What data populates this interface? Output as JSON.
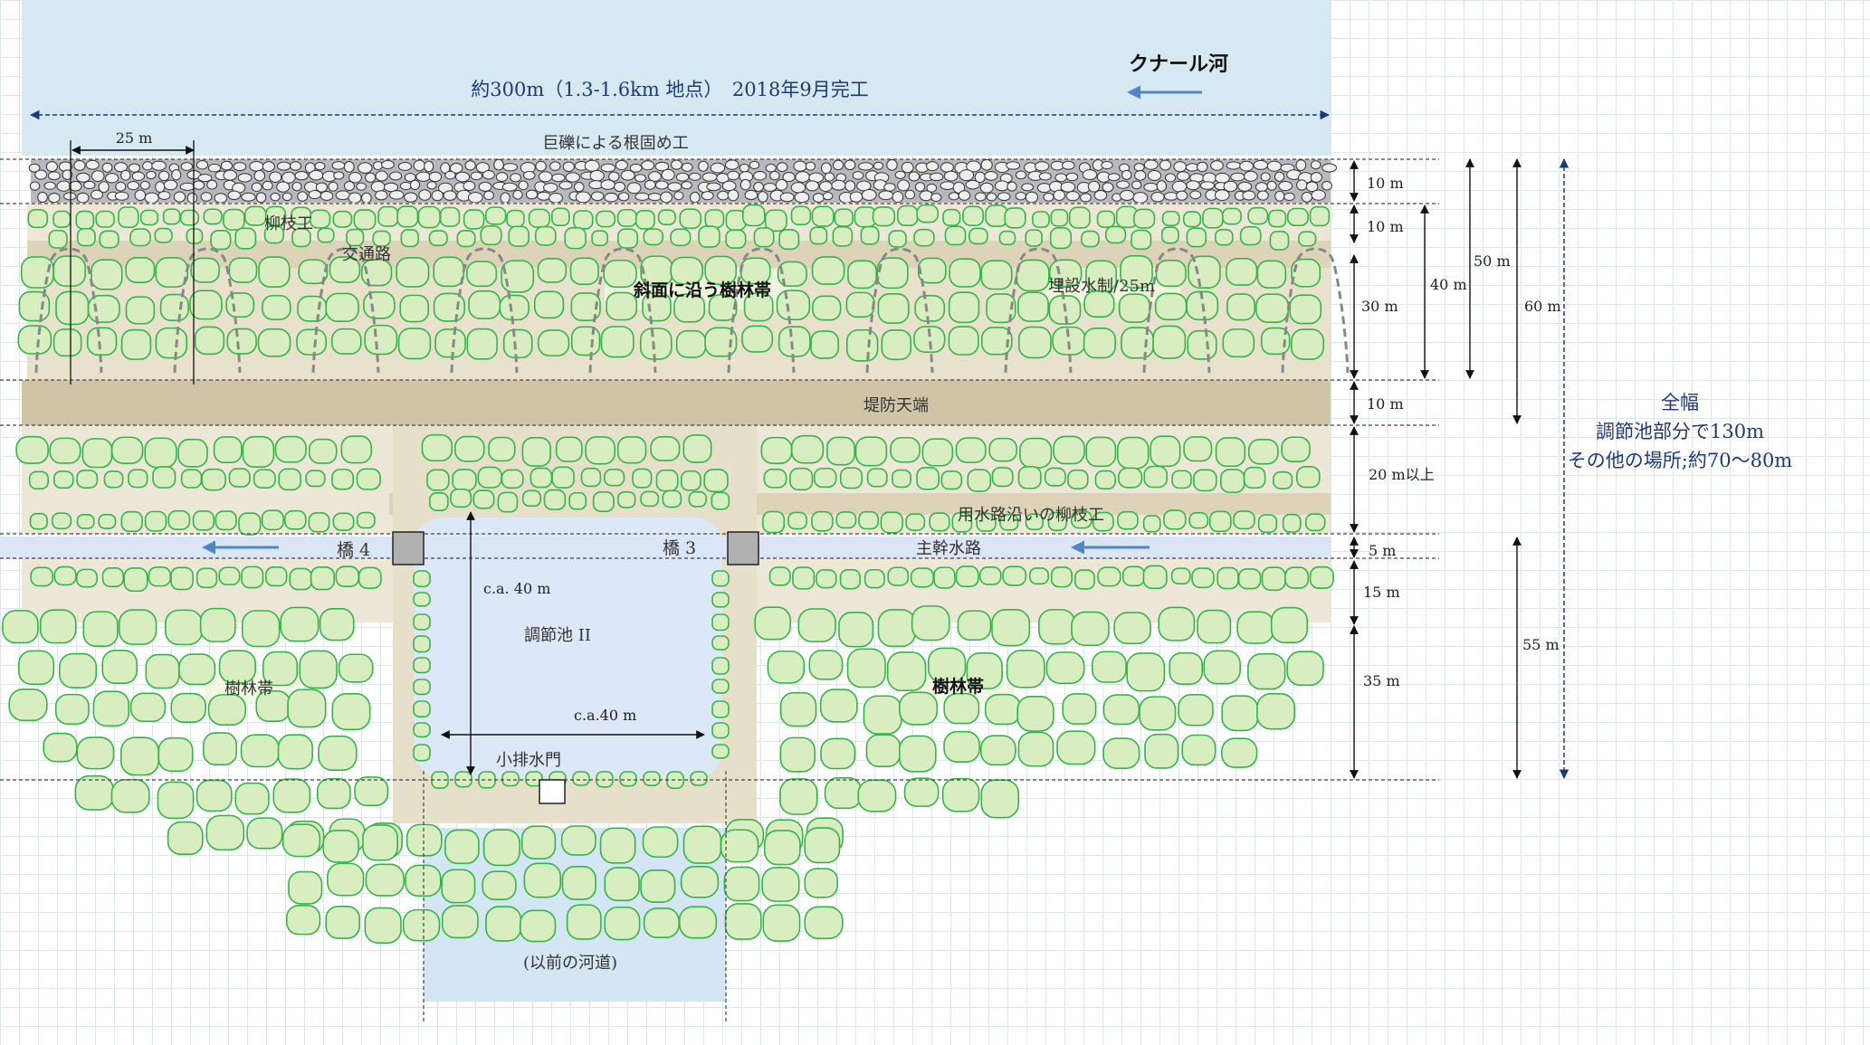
{
  "header": {
    "title": "約300m（1.3-1.6km 地点）　2018年9月完工",
    "river": "クナール河"
  },
  "labels": {
    "width_25": "25 m",
    "boulder": "巨礫による根固め工",
    "willow_top": "柳枝工",
    "road": "交通路",
    "slope_forest": "斜面に沿う樹林帯",
    "groyne": "埋設水制/25m",
    "embankment": "堤防天端",
    "canal_willow": "用水路沿いの柳枝工",
    "bridge4": "橋 4",
    "bridge3": "橋 3",
    "main_canal": "主幹水路",
    "pond_height": "c.a. 40 m",
    "pond_name": "調節池 II",
    "pond_width": "c.a.40 m",
    "drain_gate": "小排水門",
    "forest_left": "樹林帯",
    "forest_right": "樹林帯",
    "old_river": "(以前の河道)"
  },
  "dimensions": {
    "d10a": "10 m",
    "d10b": "10 m",
    "d30": "30 m",
    "d40": "40 m",
    "d50": "50 m",
    "d60": "60 m",
    "d10c": "10 m",
    "d20": "20 m以上",
    "d5": "5 m",
    "d15": "15 m",
    "d35": "35 m",
    "d55": "55 m"
  },
  "total_width": {
    "line1": "全幅",
    "line2": "調節池部分で130m",
    "line3": "その他の場所;約70～80m"
  },
  "colors": {
    "river": "#d6e9f2",
    "sand": "#e2dcc8",
    "embankment": "#cfc5a6",
    "tree_fill": "#d9eec0",
    "tree_stroke": "#33b54a",
    "water": "#dce8f7",
    "arrow": "#4f86c6",
    "title_text": "#1f3a78"
  }
}
